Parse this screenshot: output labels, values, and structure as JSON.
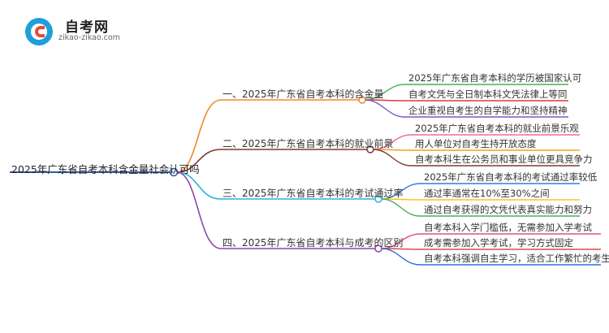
{
  "header": {
    "site_name": "自考网",
    "site_url": "zikao-zikao.com",
    "logo_icon": "zikao-logo-icon"
  },
  "mindmap": {
    "root": "2025年广东省自考本科含金量社会认可吗",
    "branches": [
      {
        "label": "一、2025年广东省自考本科的含金量",
        "color": "#f08a24",
        "leaves": [
          "2025年广东省自考本科的学历被国家认可",
          "自考文凭与全日制本科文凭法律上等同",
          "企业重视自考生的自学能力和坚持精神"
        ],
        "leaf_colors": [
          "#4caf50",
          "#d93b3b",
          "#7e57c2"
        ]
      },
      {
        "label": "二、2025年广东省自考本科的就业前景",
        "color": "#7a3b2e",
        "leaves": [
          "2025年广东省自考本科的就业前景乐观",
          "用人单位对自考生持开放态度",
          "自考本科生在公务员和事业单位更具竞争力"
        ],
        "leaf_colors": [
          "#f06b9c",
          "#f0a020",
          "#7a3b2e"
        ]
      },
      {
        "label": "三、2025年广东省自考本科的考试通过率",
        "color": "#2bb3d9",
        "leaves": [
          "2025年广东省自考本科的考试通过率较低",
          "通过率通常在10%至30%之间",
          "通过自考获得的文凭代表真实能力和努力"
        ],
        "leaf_colors": [
          "#2f7de1",
          "#f5c518",
          "#4caf50"
        ]
      },
      {
        "label": "四、2025年广东省自考本科与成考的区别",
        "color": "#8e44ad",
        "leaves": [
          "自考本科入学门槛低，无需参加入学考试",
          "成考需参加入学考试，学习方式固定",
          "自考本科强调自主学习，适合工作繁忙的考生"
        ],
        "leaf_colors": [
          "#e84a8a",
          "#e04848",
          "#2f6fd9"
        ]
      }
    ]
  }
}
